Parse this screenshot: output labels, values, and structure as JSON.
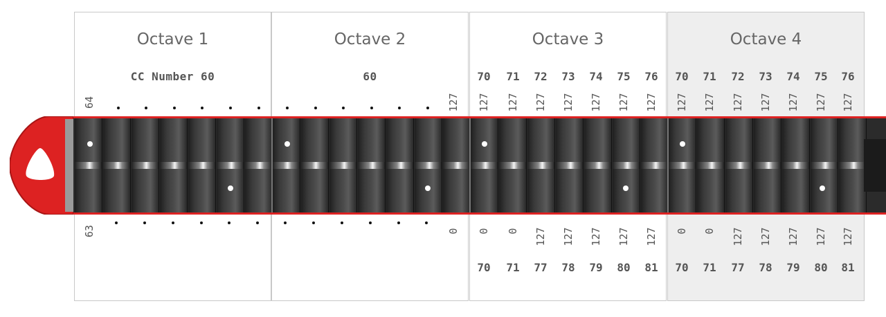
{
  "octaves": [
    {
      "title": "Octave 1",
      "cc_label": "CC Number 60",
      "top_values": [
        "64"
      ],
      "bottom_values": [
        "63"
      ]
    },
    {
      "title": "Octave 2",
      "cc_label": "60",
      "top_values": [
        "127"
      ],
      "bottom_values": [
        "0"
      ]
    },
    {
      "title": "Octave 3",
      "cc_numbers_top": [
        "70",
        "71",
        "72",
        "73",
        "74",
        "75",
        "76"
      ],
      "top_values": [
        "127",
        "127",
        "127",
        "127",
        "127",
        "127",
        "127"
      ],
      "bottom_values": [
        "0",
        "0",
        "127",
        "127",
        "127",
        "127",
        "127"
      ],
      "cc_numbers_bottom": [
        "70",
        "71",
        "77",
        "78",
        "79",
        "80",
        "81"
      ]
    },
    {
      "title": "Octave 4",
      "cc_numbers_top": [
        "70",
        "71",
        "72",
        "73",
        "74",
        "75",
        "76"
      ],
      "top_values": [
        "127",
        "127",
        "127",
        "127",
        "127",
        "127",
        "127"
      ],
      "bottom_values": [
        "0",
        "0",
        "127",
        "127",
        "127",
        "127",
        "127"
      ],
      "cc_numbers_bottom": [
        "70",
        "71",
        "77",
        "78",
        "79",
        "80",
        "81"
      ]
    }
  ],
  "colors": {
    "frame_red": "#dd2222",
    "body_dark": "#2b2b2b",
    "shaded_panel": "#eeeeee"
  }
}
